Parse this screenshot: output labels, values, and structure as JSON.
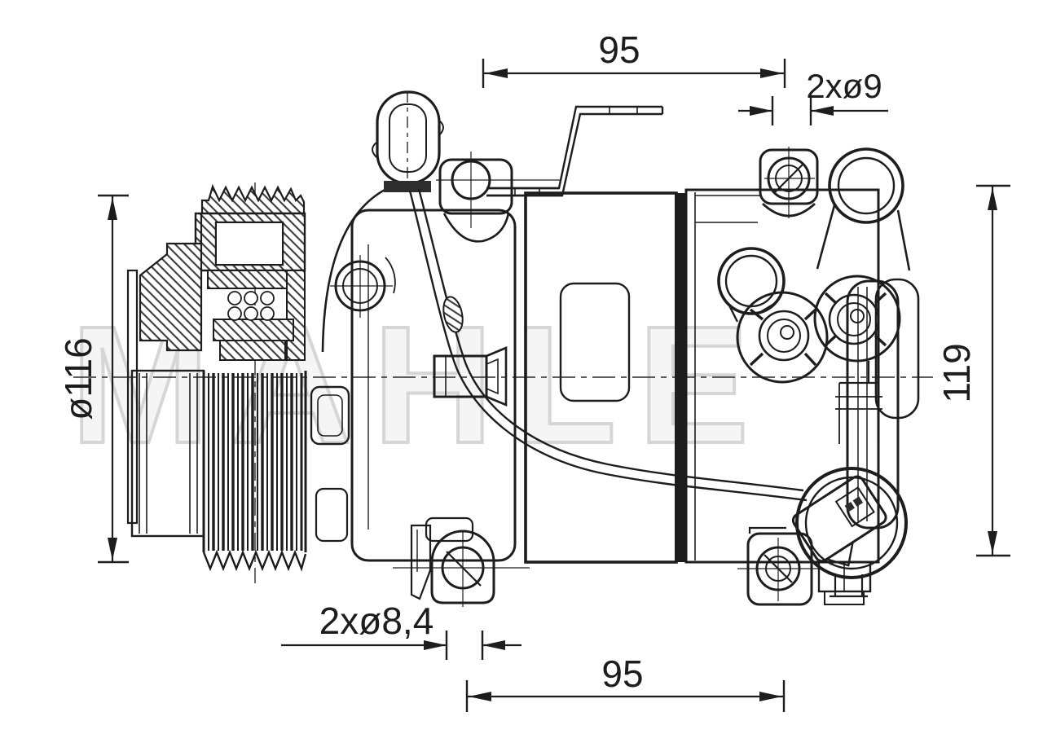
{
  "drawing": {
    "title": "compressor-technical-drawing",
    "watermark": "MAHLE",
    "dimensions": {
      "top_width": "95",
      "top_holes": "2xø9",
      "pulley_diameter": "ø116",
      "height": "119",
      "bottom_holes": "2xø8,4",
      "bottom_width": "95"
    },
    "colors": {
      "line": "#1d1d1d",
      "watermark": "#d6d6d6",
      "background": "#ffffff"
    }
  }
}
